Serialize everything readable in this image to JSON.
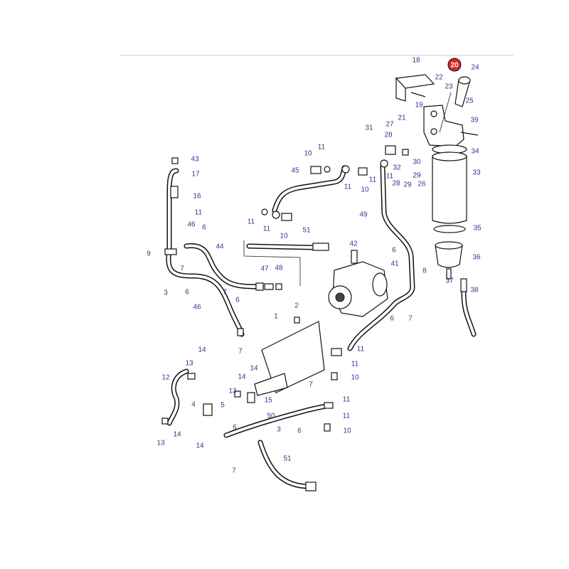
{
  "diagram": {
    "highlighted_callout": "20",
    "highlight_color": "#d9232a",
    "callout_color": "#35358c",
    "callouts": [
      "18",
      "24",
      "22",
      "23",
      "25",
      "19",
      "21",
      "39",
      "27",
      "31",
      "28",
      "34",
      "32",
      "30",
      "11",
      "29",
      "26",
      "28",
      "29",
      "33",
      "10",
      "11",
      "43",
      "17",
      "16",
      "11",
      "46",
      "6",
      "44",
      "9",
      "7",
      "3",
      "6",
      "7",
      "46",
      "47",
      "48",
      "51",
      "10",
      "11",
      "11",
      "45",
      "10",
      "11",
      "11",
      "6",
      "2",
      "1",
      "42",
      "49",
      "35",
      "6",
      "41",
      "8",
      "36",
      "37",
      "38",
      "6",
      "7",
      "11",
      "11",
      "10",
      "11",
      "11",
      "10",
      "7",
      "14",
      "13",
      "12",
      "14",
      "14",
      "13",
      "15",
      "5",
      "4",
      "50",
      "7",
      "6",
      "3",
      "6",
      "14",
      "14",
      "13",
      "7",
      "51"
    ]
  }
}
